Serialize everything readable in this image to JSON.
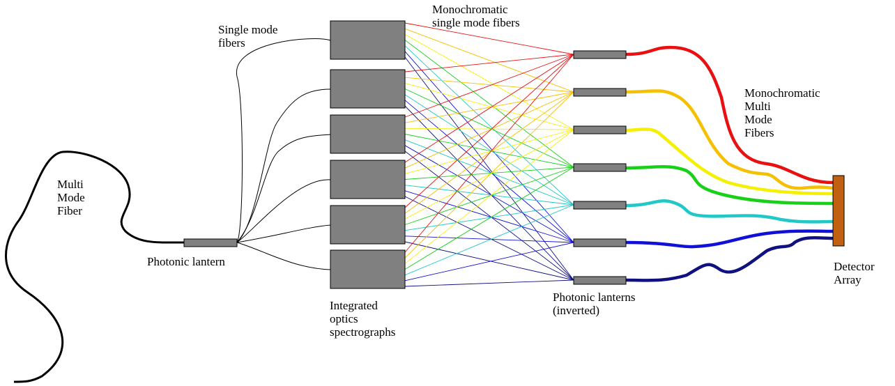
{
  "labels": {
    "multi_mode_fiber": [
      "Multi",
      "Mode",
      "Fiber"
    ],
    "photonic_lantern": "Photonic lantern",
    "single_mode_fibers": [
      "Single mode",
      "fibers"
    ],
    "spectrographs": [
      "Integrated",
      "optics",
      "spectrographs"
    ],
    "monochromatic_single_mode_fibers": [
      "Monochromatic",
      "single mode fibers"
    ],
    "photonic_lanterns_inverted": [
      "Photonic lanterns",
      "(inverted)"
    ],
    "monochromatic_multi_mode_fibers": [
      "Monochromatic",
      "Multi",
      "Mode",
      "Fibers"
    ],
    "detector_array": [
      "Detector",
      "Array"
    ]
  },
  "colors": {
    "component_fill": "#808080",
    "detector_fill": "#c06010",
    "channels": [
      "#e81010",
      "#f5c000",
      "#f5f000",
      "#18d018",
      "#20c8c8",
      "#1010d8",
      "#101080"
    ]
  }
}
